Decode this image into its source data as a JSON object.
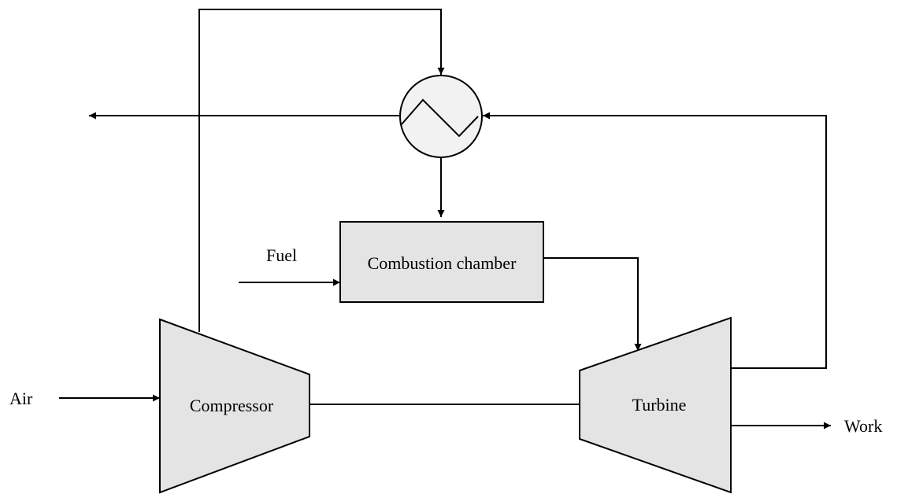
{
  "diagram": {
    "labels": {
      "air": "Air",
      "fuel": "Fuel",
      "combustion_chamber": "Combustion chamber",
      "compressor": "Compressor",
      "turbine": "Turbine",
      "work": "Work"
    },
    "colors": {
      "component_fill": "#e4e4e4",
      "heat_exchanger_fill": "#f2f2f2",
      "stroke": "#000000",
      "background": "#ffffff"
    },
    "components": [
      "compressor",
      "combustion-chamber",
      "turbine",
      "heat-exchanger"
    ]
  }
}
